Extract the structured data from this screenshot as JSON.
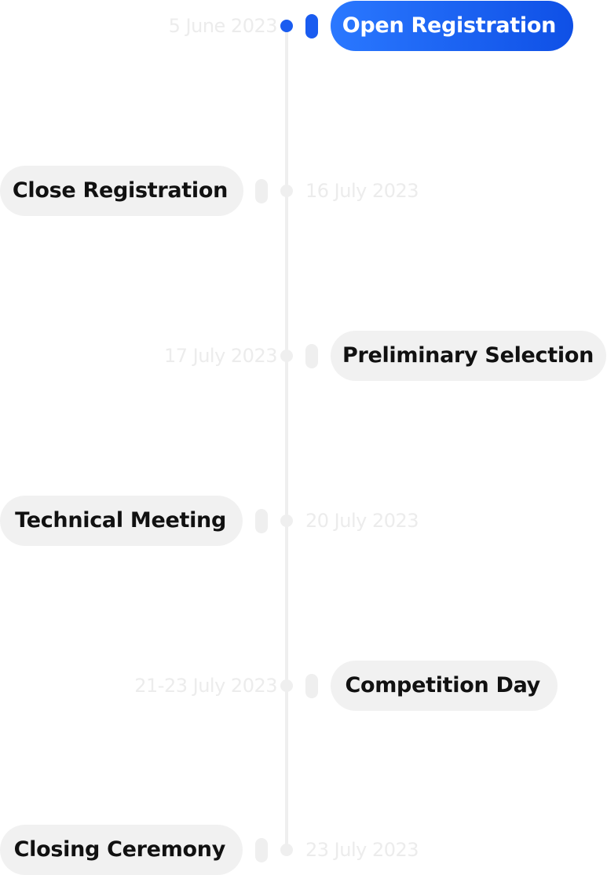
{
  "colors": {
    "accent": "#1a5cf0",
    "accent_gradient_start": "#2a78ff",
    "pill_bg": "#f1f1f1",
    "line": "#efefef",
    "date_text": "#ececec"
  },
  "timeline": {
    "events": [
      {
        "title": "Open Registration",
        "date": "5 June 2023",
        "active": true
      },
      {
        "title": "Close Registration",
        "date": "16 July 2023",
        "active": false
      },
      {
        "title": "Preliminary Selection",
        "date": "17 July 2023",
        "active": false
      },
      {
        "title": "Technical Meeting",
        "date": "20 July 2023",
        "active": false
      },
      {
        "title": "Competition Day",
        "date": "21-23 July 2023",
        "active": false
      },
      {
        "title": "Closing Ceremony",
        "date": "23 July 2023",
        "active": false
      }
    ]
  }
}
